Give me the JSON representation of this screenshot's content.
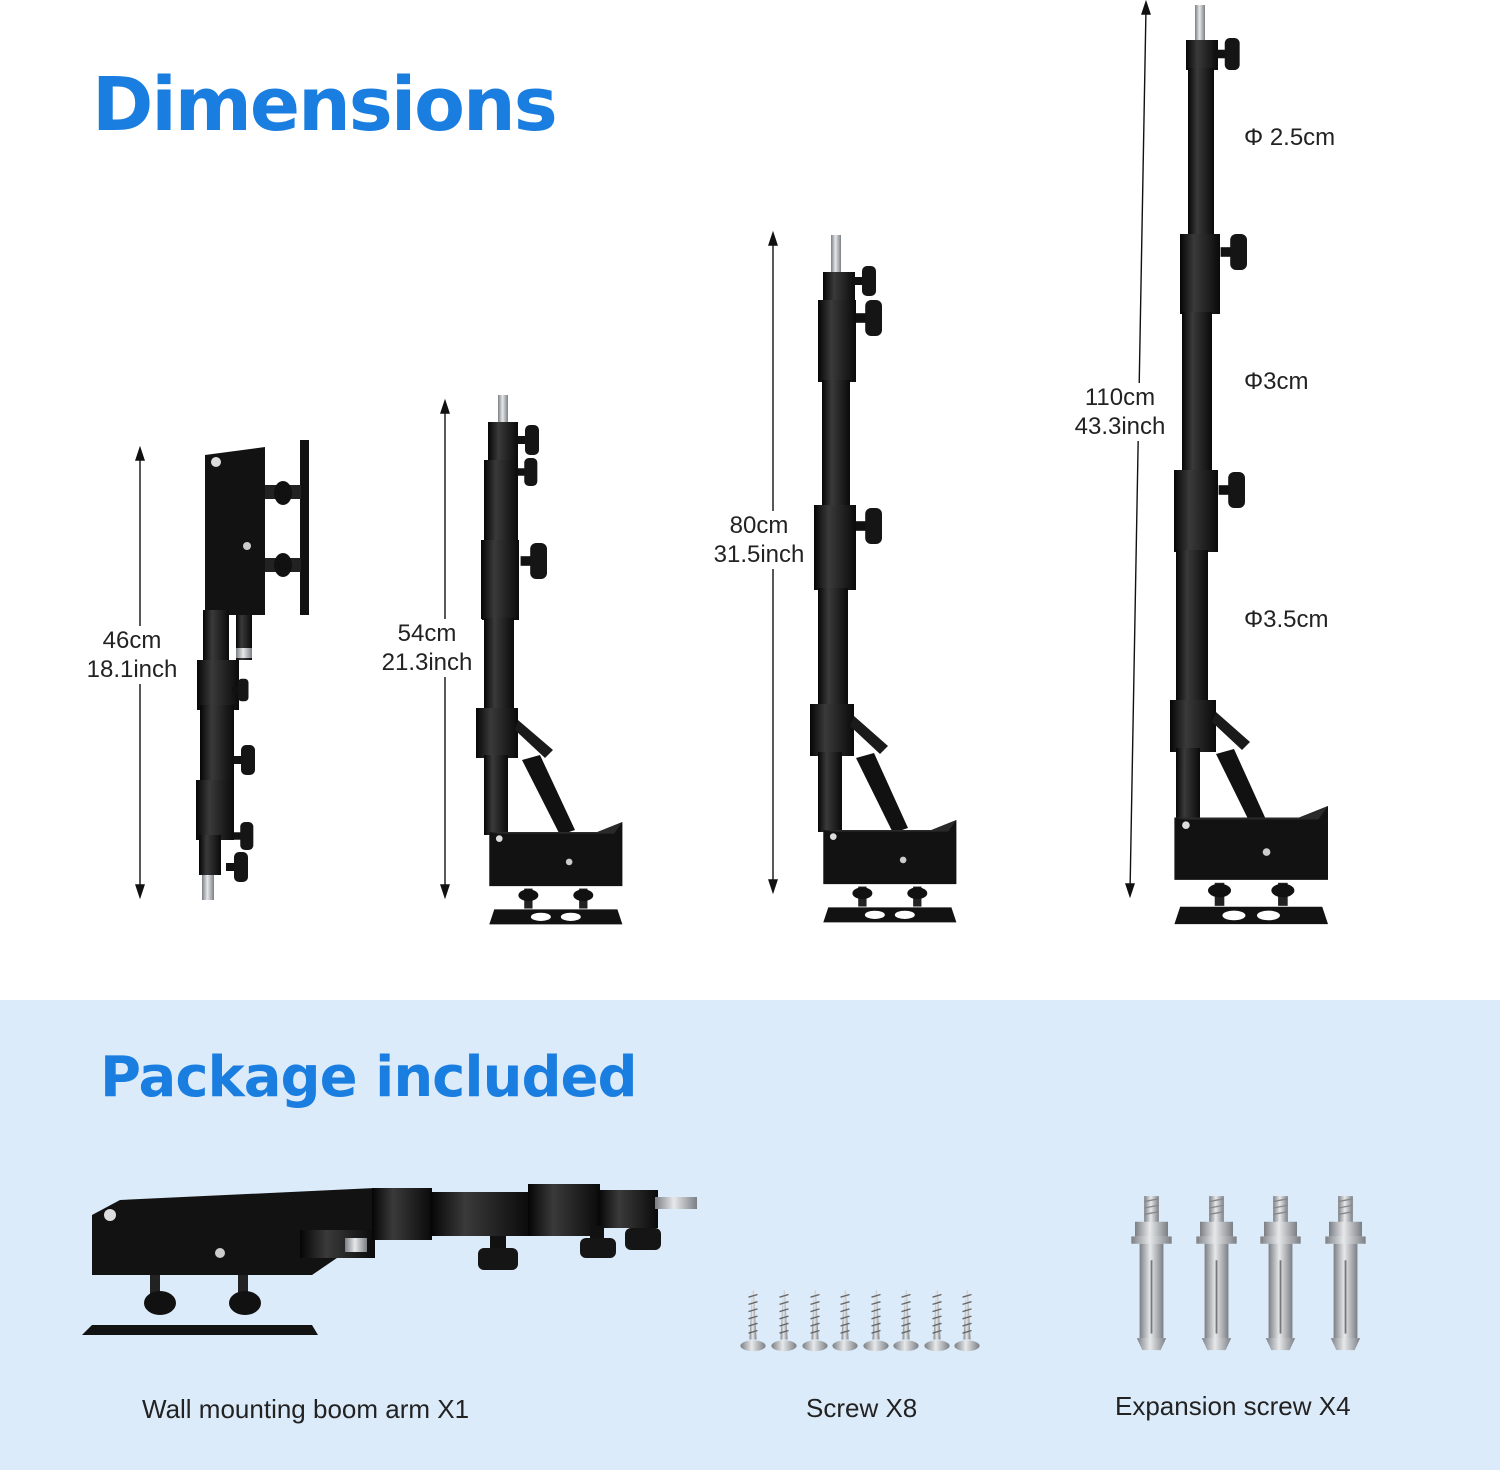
{
  "dimensions": {
    "title": "Dimensions",
    "stands": [
      {
        "height_cm": "46cm",
        "height_in": "18.1inch"
      },
      {
        "height_cm": "54cm",
        "height_in": "21.3inch"
      },
      {
        "height_cm": "80cm",
        "height_in": "31.5inch"
      },
      {
        "height_cm": "110cm",
        "height_in": "43.3inch"
      }
    ],
    "tube_diameters": [
      "Φ 2.5cm",
      "Φ3cm",
      "Φ3.5cm"
    ]
  },
  "package": {
    "title": "Package included",
    "items": [
      {
        "label": "Wall mounting boom arm X1"
      },
      {
        "label": "Screw X8"
      },
      {
        "label": "Expansion screw X4"
      }
    ]
  },
  "colors": {
    "heading": "#1a7ee0",
    "package_background": "#dcebfa",
    "hardware": "#121212"
  }
}
